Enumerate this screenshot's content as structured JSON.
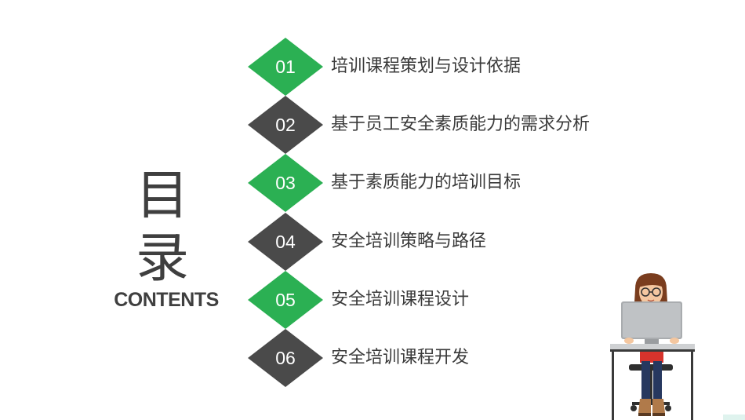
{
  "title": {
    "cn": "目 录",
    "en": "CONTENTS"
  },
  "colors": {
    "green": "#2bb053",
    "dark": "#4a4a4a",
    "text": "#3a3a3a"
  },
  "items": [
    {
      "num": "01",
      "label": "培训课程策划与设计依据",
      "color": "green"
    },
    {
      "num": "02",
      "label": "基于员工安全素质能力的需求分析",
      "color": "dark"
    },
    {
      "num": "03",
      "label": "基于素质能力的培训目标",
      "color": "green"
    },
    {
      "num": "04",
      "label": "安全培训策略与路径",
      "color": "dark"
    },
    {
      "num": "05",
      "label": "安全培训课程设计",
      "color": "green"
    },
    {
      "num": "06",
      "label": "安全培训课程开发",
      "color": "dark"
    }
  ],
  "illustration": {
    "icon": "person-at-computer-icon"
  }
}
